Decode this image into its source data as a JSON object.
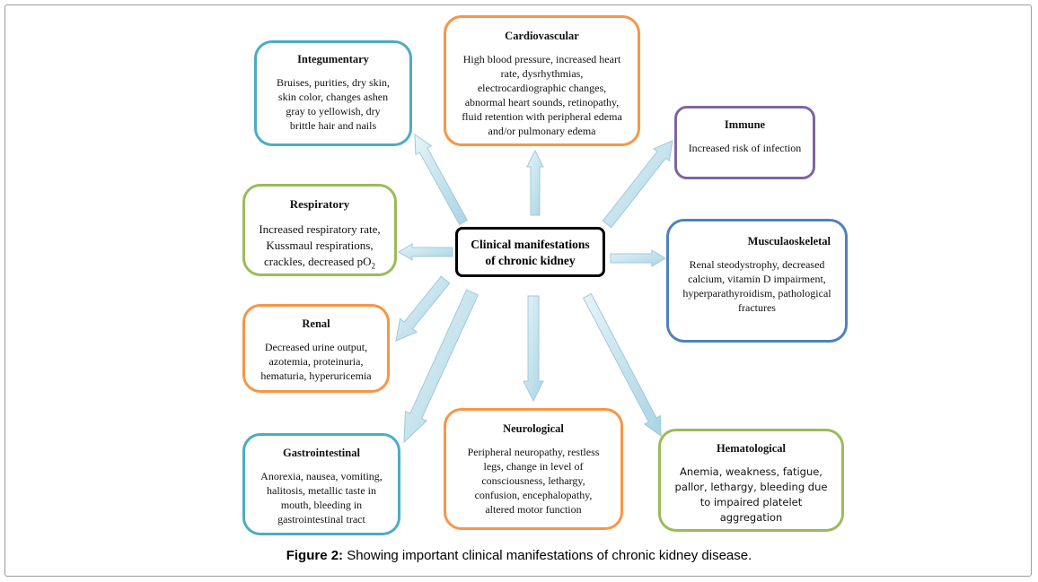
{
  "center": {
    "line1": "Clinical manifestations",
    "line2": "of chronic kidney"
  },
  "boxes": {
    "integumentary": {
      "title": "Integumentary",
      "body": "Bruises, purities, dry skin, skin color, changes ashen gray to yellowish, dry brittle hair and nails",
      "color": "#4bacc6"
    },
    "cardiovascular": {
      "title": "Cardiovascular",
      "body": "High blood pressure, increased heart rate, dysrhythmias, electrocardiographic changes, abnormal heart sounds, retinopathy, fluid retention with peripheral edema and/or pulmonary edema",
      "color": "#f79646"
    },
    "immune": {
      "title": "Immune",
      "body": "Increased risk of infection",
      "color": "#8064a2"
    },
    "respiratory": {
      "title": "Respiratory",
      "body_pre": "Increased respiratory rate, Kussmaul respirations, crackles, decreased pO",
      "body_sub": "2",
      "color": "#9bbb59"
    },
    "musculoskeletal": {
      "title": "Musculaoskeletal",
      "body": "Renal steodystrophy, decreased calcium, vitamin D impairment, hyperparathyroidism, pathological fractures",
      "color": "#4f81bd"
    },
    "renal": {
      "title": "Renal",
      "body": "Decreased urine output, azotemia, proteinuria, hematuria, hyperuricemia",
      "color": "#f79646"
    },
    "gastrointestinal": {
      "title": "Gastrointestinal",
      "body": "Anorexia, nausea, vomiting, halitosis, metallic taste in mouth, bleeding in gastrointestinal tract",
      "color": "#4bacc6"
    },
    "neurological": {
      "title": "Neurological",
      "body": "Peripheral neuropathy, restless legs, change in level of consciousness, lethargy, confusion, encephalopathy, altered motor function",
      "color": "#f79646"
    },
    "hematological": {
      "title": "Hematological",
      "body": "Anemia, weakness, fatigue, pallor, lethargy, bleeding due to impaired platelet aggregation",
      "color": "#9bbb59"
    }
  },
  "caption": {
    "label": "Figure 2:",
    "text": " Showing important clinical manifestations of chronic kidney disease."
  },
  "arrow_color": "#cfe8f0",
  "arrow_stroke": "#9fcad8"
}
